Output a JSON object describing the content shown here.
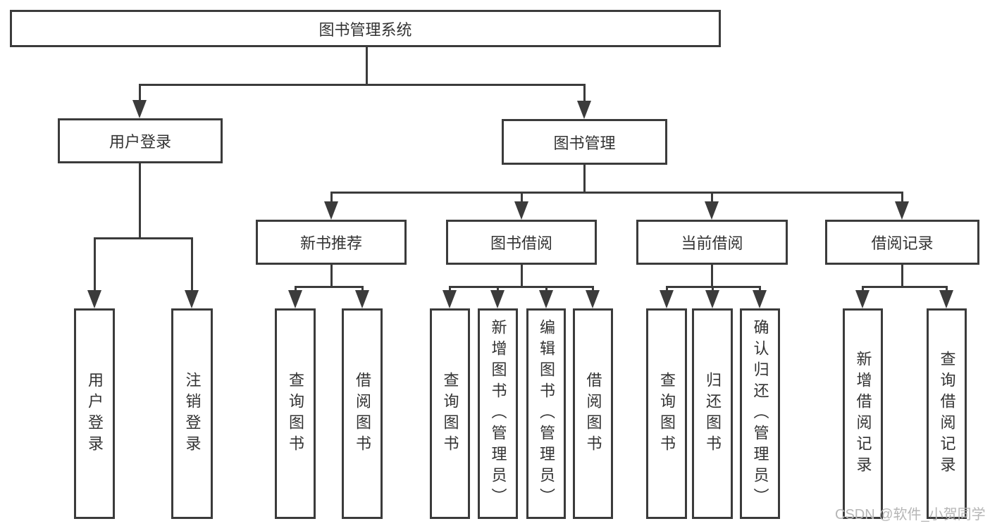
{
  "colors": {
    "line": "#3b3b3b",
    "node_text": "#333333",
    "node_fill": "#ffffff",
    "background": "#ffffff",
    "watermark_text": "#b6b6b6"
  },
  "watermark": {
    "text": "CSDN @软件_小贺同学"
  },
  "diagram": {
    "type": "hierarchy-tree",
    "root": {
      "label": "图书管理系统"
    },
    "level2": [
      {
        "label": "用户登录"
      },
      {
        "label": "图书管理"
      }
    ],
    "level3": [
      {
        "label": "新书推荐",
        "parent": "图书管理"
      },
      {
        "label": "图书借阅",
        "parent": "图书管理"
      },
      {
        "label": "当前借阅",
        "parent": "图书管理"
      },
      {
        "label": "借阅记录",
        "parent": "图书管理"
      }
    ],
    "leaf_groups": [
      {
        "parent": "用户登录",
        "items": [
          {
            "label": "用户登录"
          },
          {
            "label": "注销登录"
          }
        ]
      },
      {
        "parent": "新书推荐",
        "items": [
          {
            "label": "查询图书"
          },
          {
            "label": "借阅图书"
          }
        ]
      },
      {
        "parent": "图书借阅",
        "items": [
          {
            "label": "查询图书"
          },
          {
            "label": "新增图书（管理员）"
          },
          {
            "label": "编辑图书（管理员）"
          },
          {
            "label": "借阅图书"
          }
        ]
      },
      {
        "parent": "当前借阅",
        "items": [
          {
            "label": "查询图书"
          },
          {
            "label": "归还图书"
          },
          {
            "label": "确认归还（管理员）"
          }
        ]
      },
      {
        "parent": "借阅记录",
        "items": [
          {
            "label": "新增借阅记录"
          },
          {
            "label": "查询借阅记录"
          }
        ]
      }
    ]
  }
}
